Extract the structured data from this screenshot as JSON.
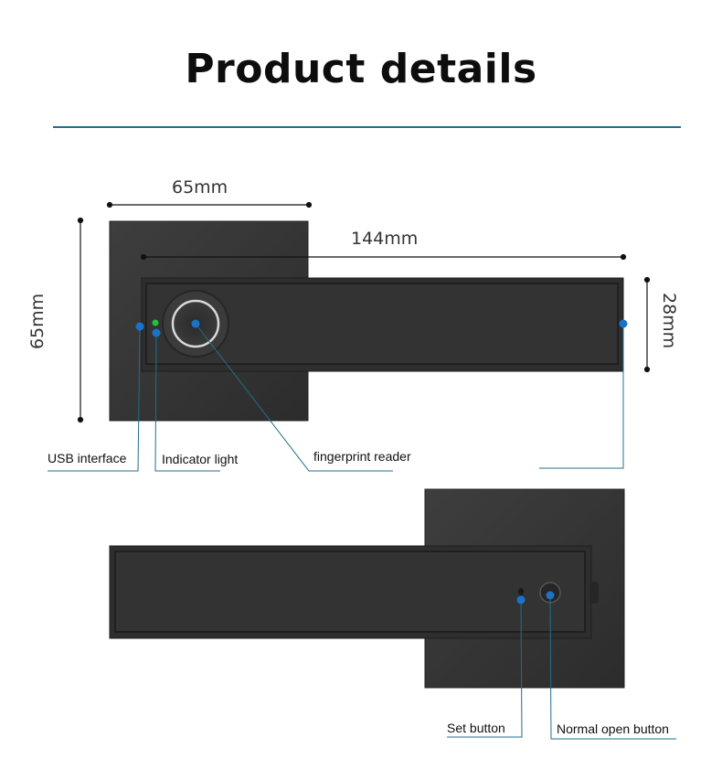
{
  "header": {
    "title": "Product details"
  },
  "dimensions": {
    "plate_width": "65mm",
    "plate_height": "65mm",
    "handle_length": "144mm",
    "handle_height": "28mm"
  },
  "callouts": {
    "usb_interface": "USB interface",
    "indicator_light": "Indicator light",
    "fingerprint_reader": "fingerprint reader",
    "set_button": "Set button",
    "normal_open_button": "Normal open button"
  },
  "colors": {
    "accent_line": "#1f6f8b",
    "marker": "#1a73c9",
    "indicator": "#22c33a",
    "body": "#3a3a3a"
  }
}
